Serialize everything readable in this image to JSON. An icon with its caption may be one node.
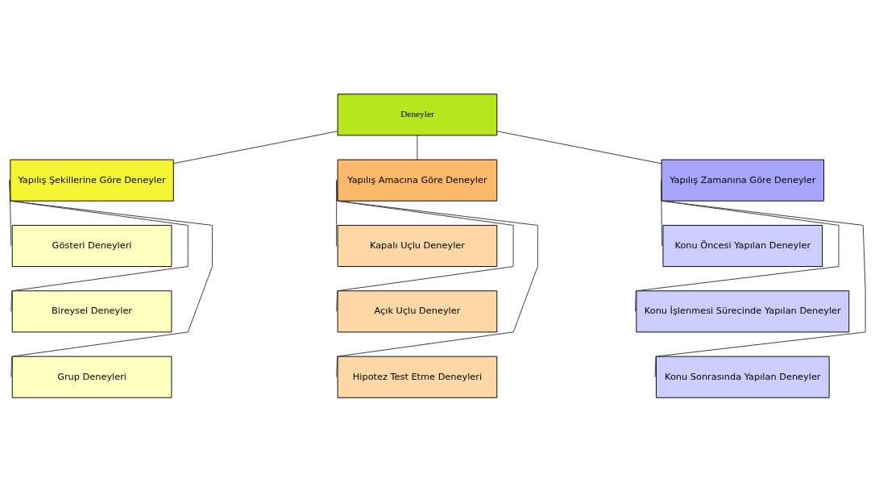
{
  "diagram": {
    "nodes": [
      {
        "text": [
          "Deneyler"
        ]
      },
      {
        "text": [
          "Yapılış Şekillerine Göre Deneyler"
        ]
      },
      {
        "text": [
          "Yapılış Amacına Göre Deneyler"
        ]
      },
      {
        "text": [
          "Yapılış Zamanına Göre Deneyler"
        ]
      },
      {
        "text": [
          "Gösteri Deneyleri"
        ]
      },
      {
        "text": [
          "Kapalı Uçlu Deneyler"
        ]
      },
      {
        "text": [
          "Konu Öncesi Yapılan Deneyler"
        ]
      },
      {
        "text": [
          "Bireysel Deneyler"
        ]
      },
      {
        "text": [
          "Açık Uçlu Deneyler"
        ]
      },
      {
        "text": [
          "Konu İşlenmesi Sürecinde Yapılan Deneyler"
        ]
      },
      {
        "text": [
          "Grup Deneyleri"
        ]
      },
      {
        "text": [
          "Hipotez Test Etme Deneyleri"
        ]
      },
      {
        "text": [
          "Konu Sonrasında Yapılan Deneyler"
        ]
      }
    ],
    "edges": [
      {
        "from": 0,
        "to": 1,
        "arrow": "none"
      },
      {
        "from": 0,
        "to": 2,
        "arrow": "none"
      },
      {
        "from": 0,
        "to": 3,
        "arrow": "none"
      },
      {
        "from": 1,
        "to": 4,
        "arrow": "none"
      },
      {
        "from": 1,
        "to": 7,
        "arrow": "none"
      },
      {
        "from": 1,
        "to": 10,
        "arrow": "none"
      },
      {
        "from": 2,
        "to": 5,
        "arrow": "none"
      },
      {
        "from": 2,
        "to": 8,
        "arrow": "none"
      },
      {
        "from": 2,
        "to": 11,
        "arrow": "none"
      },
      {
        "from": 3,
        "to": 6,
        "arrow": "none"
      },
      {
        "from": 3,
        "to": 9,
        "arrow": "none"
      },
      {
        "from": 3,
        "to": 12,
        "arrow": "none"
      }
    ]
  }
}
